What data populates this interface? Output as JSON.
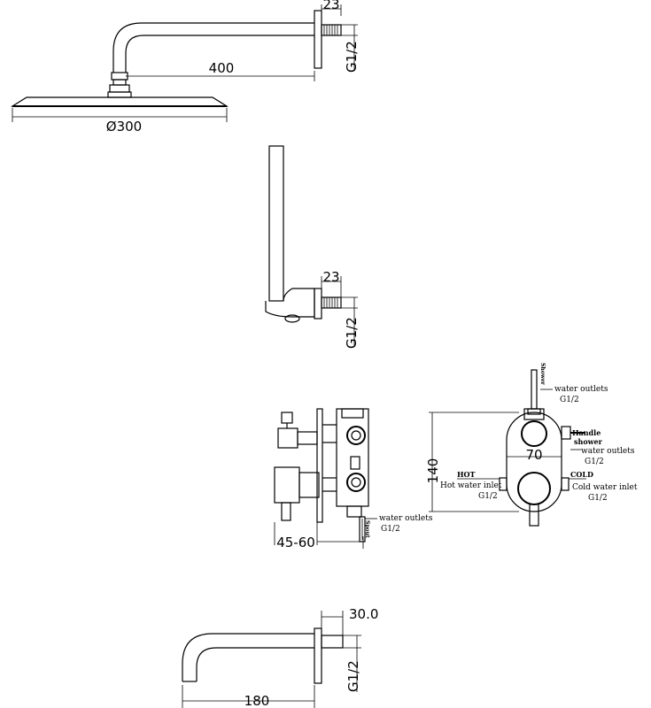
{
  "overhead_shower": {
    "depth": "23",
    "thread": "G1/2",
    "arm_length": "400",
    "head_diameter": "Ø300"
  },
  "wall_outlet": {
    "depth": "23",
    "thread": "G1/2"
  },
  "valve_side": {
    "depth": "45-60",
    "note_water_outlets": "water outlets",
    "note_thread": "G1/2",
    "label_spout": "Spout"
  },
  "valve_front": {
    "width": "70",
    "height": "140",
    "label_shower": "Shower",
    "note_top_outlets": "water outlets",
    "note_top_thread": "G1/2",
    "label_handle": "Handle",
    "label_shower_small": "shower",
    "note_right_outlets": "water outlets",
    "note_right_thread": "G1/2",
    "label_hot": "HOT",
    "note_hot_inlet": "Hot water inlet",
    "note_hot_thread": "G1/2",
    "label_cold": "COLD",
    "note_cold_inlet": "Cold water inlet",
    "note_cold_thread": "G1/2"
  },
  "bath_spout": {
    "depth": "30.0",
    "thread": "G1/2",
    "length": "180"
  }
}
